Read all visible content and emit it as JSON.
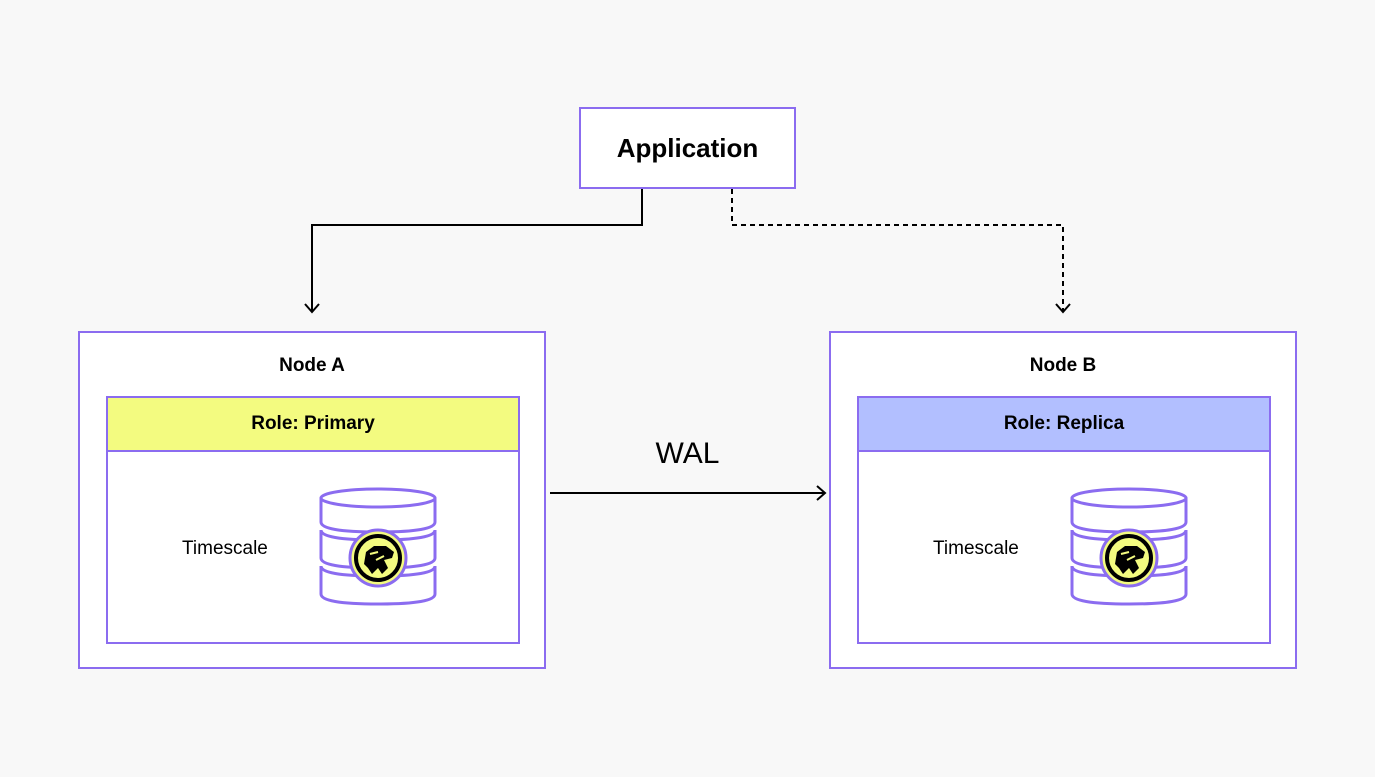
{
  "application": {
    "label": "Application"
  },
  "nodes": [
    {
      "title": "Node A",
      "role": "Role: Primary",
      "service": "Timescale",
      "role_color": "#f3fb80",
      "icon": "timescale-database-icon"
    },
    {
      "title": "Node B",
      "role": "Role: Replica",
      "service": "Timescale",
      "role_color": "#b2bfff",
      "icon": "timescale-database-icon"
    }
  ],
  "replication": {
    "label": "WAL"
  },
  "colors": {
    "border": "#8b6cf0",
    "background": "#f8f8f8",
    "logo_fill": "#f3fb80"
  }
}
